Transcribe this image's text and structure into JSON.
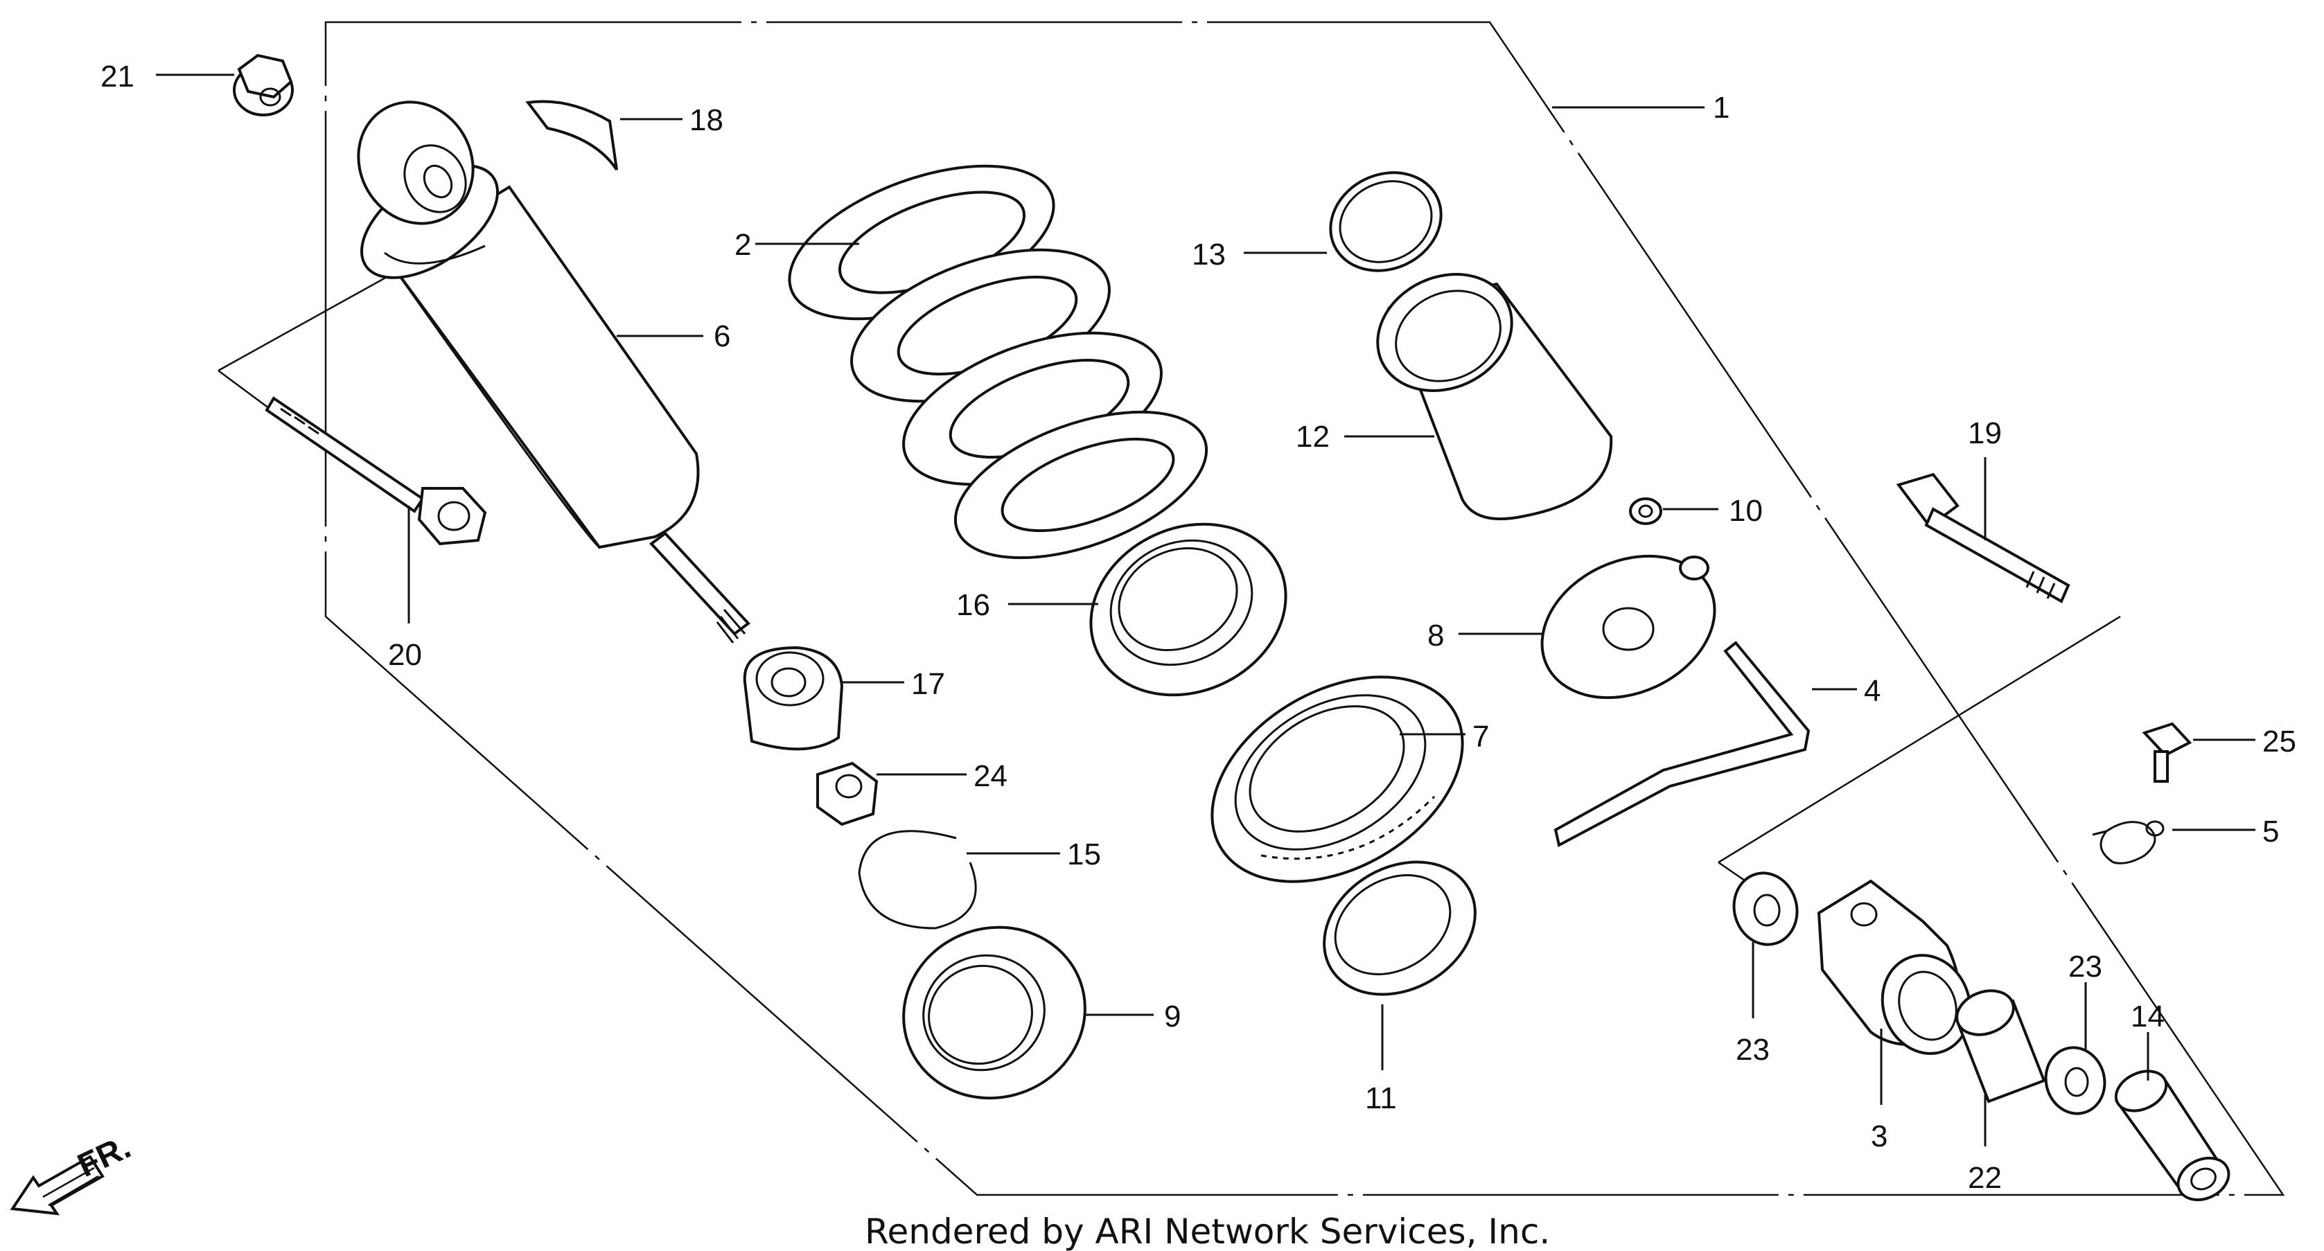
{
  "callouts": [
    {
      "id": "1",
      "label": "1"
    },
    {
      "id": "2",
      "label": "2"
    },
    {
      "id": "3",
      "label": "3"
    },
    {
      "id": "4",
      "label": "4"
    },
    {
      "id": "5",
      "label": "5"
    },
    {
      "id": "6",
      "label": "6"
    },
    {
      "id": "7",
      "label": "7"
    },
    {
      "id": "8",
      "label": "8"
    },
    {
      "id": "9",
      "label": "9"
    },
    {
      "id": "10",
      "label": "10"
    },
    {
      "id": "11",
      "label": "11"
    },
    {
      "id": "12",
      "label": "12"
    },
    {
      "id": "13",
      "label": "13"
    },
    {
      "id": "14",
      "label": "14"
    },
    {
      "id": "15",
      "label": "15"
    },
    {
      "id": "16",
      "label": "16"
    },
    {
      "id": "17",
      "label": "17"
    },
    {
      "id": "18",
      "label": "18"
    },
    {
      "id": "19",
      "label": "19"
    },
    {
      "id": "20",
      "label": "20"
    },
    {
      "id": "21",
      "label": "21"
    },
    {
      "id": "22",
      "label": "22"
    },
    {
      "id": "23a",
      "label": "23"
    },
    {
      "id": "23b",
      "label": "23"
    },
    {
      "id": "24",
      "label": "24"
    },
    {
      "id": "25",
      "label": "25"
    }
  ],
  "front_marker": "FR.",
  "credit": "Rendered by ARI Network Services, Inc.",
  "colors": {
    "ink": "#111111",
    "paper": "#ffffff"
  }
}
